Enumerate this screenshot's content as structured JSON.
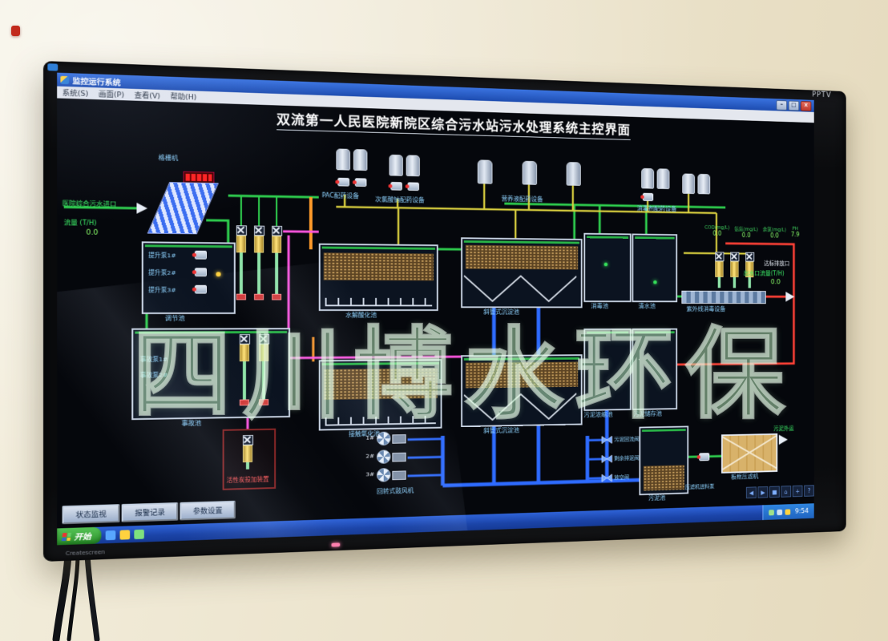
{
  "photo": {
    "watermark": "四川博水环保",
    "tv_brand": "PPTV",
    "bezel_text": "Createscreen"
  },
  "window": {
    "title": "监控运行系统",
    "menus": [
      "系统(S)",
      "画面(P)",
      "查看(V)",
      "帮助(H)"
    ],
    "min": "–",
    "max": "□",
    "close": "×"
  },
  "scada": {
    "main_title": "双流第一人民医院新院区综合污水站污水处理系统主控界面",
    "inlet_label": "医院综合污水进口",
    "inlet_flow_label": "流量 (T/H)",
    "inlet_flow_value": "0.0",
    "bar_screen_label": "格栅机",
    "tanks": {
      "tiaojie": "调节池",
      "shigu": "事故池",
      "shuijie": "水解酸化池",
      "jiechu": "接触氧化池",
      "chen1": "斜管式沉淀池",
      "chen2": "斜管式沉淀池",
      "xiaodu": "消毒池",
      "qingshui": "清水池",
      "nongsuo": "污泥浓缩池",
      "chucun": "污泥储存池",
      "wuni": "污泥池"
    },
    "lift_pumps": [
      "提升泵1#",
      "提升泵2#",
      "提升泵3#"
    ],
    "accident_pumps": [
      "事故泵1#",
      "事故泵2#"
    ],
    "dosing_groups": [
      "PAC配药设备",
      "次氯酸钠配药设备",
      "营养液配药设备",
      "消毒剂配药设备"
    ],
    "carbon_label": "活性炭投加装置",
    "uv_label": "紫外线消毒设备",
    "blower_label": "回转式鼓风机",
    "blower_units": [
      "1#",
      "2#",
      "3#"
    ],
    "valves": [
      "污泥回流阀",
      "剩余排泥阀",
      "放空阀"
    ],
    "filter_press_label": "板框压滤机",
    "feed_pump_label": "压滤机进料泵",
    "sludge_out_label": "污泥外运",
    "outflow_label": "出水口流量(T/H)",
    "outflow_value": "0.0",
    "discharge_label": "达标排放口",
    "metrics": [
      {
        "label": "COD(mg/L)",
        "value": "0.0"
      },
      {
        "label": "氨氮(mg/L)",
        "value": "0.0"
      },
      {
        "label": "余氯(mg/L)",
        "value": "0.0"
      },
      {
        "label": "PH",
        "value": "7.9"
      }
    ],
    "buttons": [
      "状态监视",
      "报警记录",
      "参数设置"
    ],
    "nav_icons": [
      "◀",
      "▶",
      "■",
      "⌂",
      "+",
      "?"
    ]
  },
  "taskbar": {
    "start": "开始",
    "time": "9:54"
  }
}
